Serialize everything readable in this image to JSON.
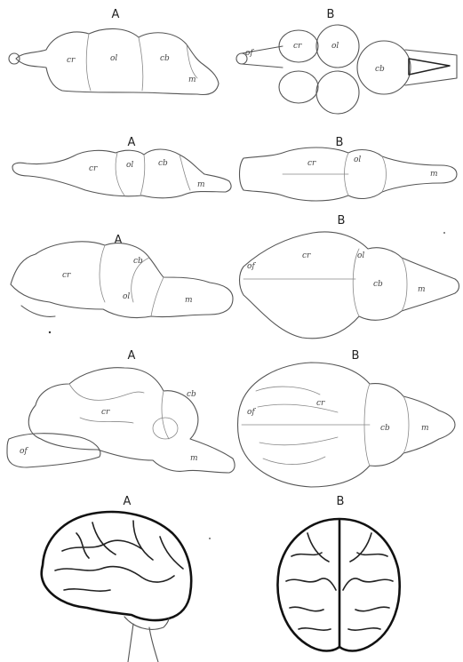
{
  "rows": [
    {
      "id": "fish",
      "a": {
        "letter": "A",
        "parts": [
          "cr",
          "ol",
          "cb",
          "m"
        ]
      },
      "b": {
        "letter": "B",
        "parts": [
          "of",
          "cr",
          "ol",
          "cb"
        ]
      }
    },
    {
      "id": "reptile",
      "a": {
        "letter": "A",
        "parts": [
          "cr",
          "ol",
          "cb",
          "m"
        ]
      },
      "b": {
        "letter": "B",
        "parts": [
          "cr",
          "ol",
          "m"
        ]
      }
    },
    {
      "id": "bird",
      "a": {
        "letter": "A",
        "parts": [
          "cr",
          "cb",
          "ol",
          "m"
        ]
      },
      "b": {
        "letter": "B",
        "parts": [
          "of",
          "cr",
          "ol",
          "cb",
          "m"
        ]
      }
    },
    {
      "id": "mammal",
      "a": {
        "letter": "A",
        "parts": [
          "cr",
          "cb",
          "of",
          "m"
        ]
      },
      "b": {
        "letter": "B",
        "parts": [
          "of",
          "cr",
          "cb",
          "m"
        ]
      }
    },
    {
      "id": "human",
      "a": {
        "letter": "A",
        "parts": []
      },
      "b": {
        "letter": "B",
        "parts": []
      }
    }
  ],
  "colors": {
    "ink": "#222222",
    "paper": "#ffffff"
  }
}
